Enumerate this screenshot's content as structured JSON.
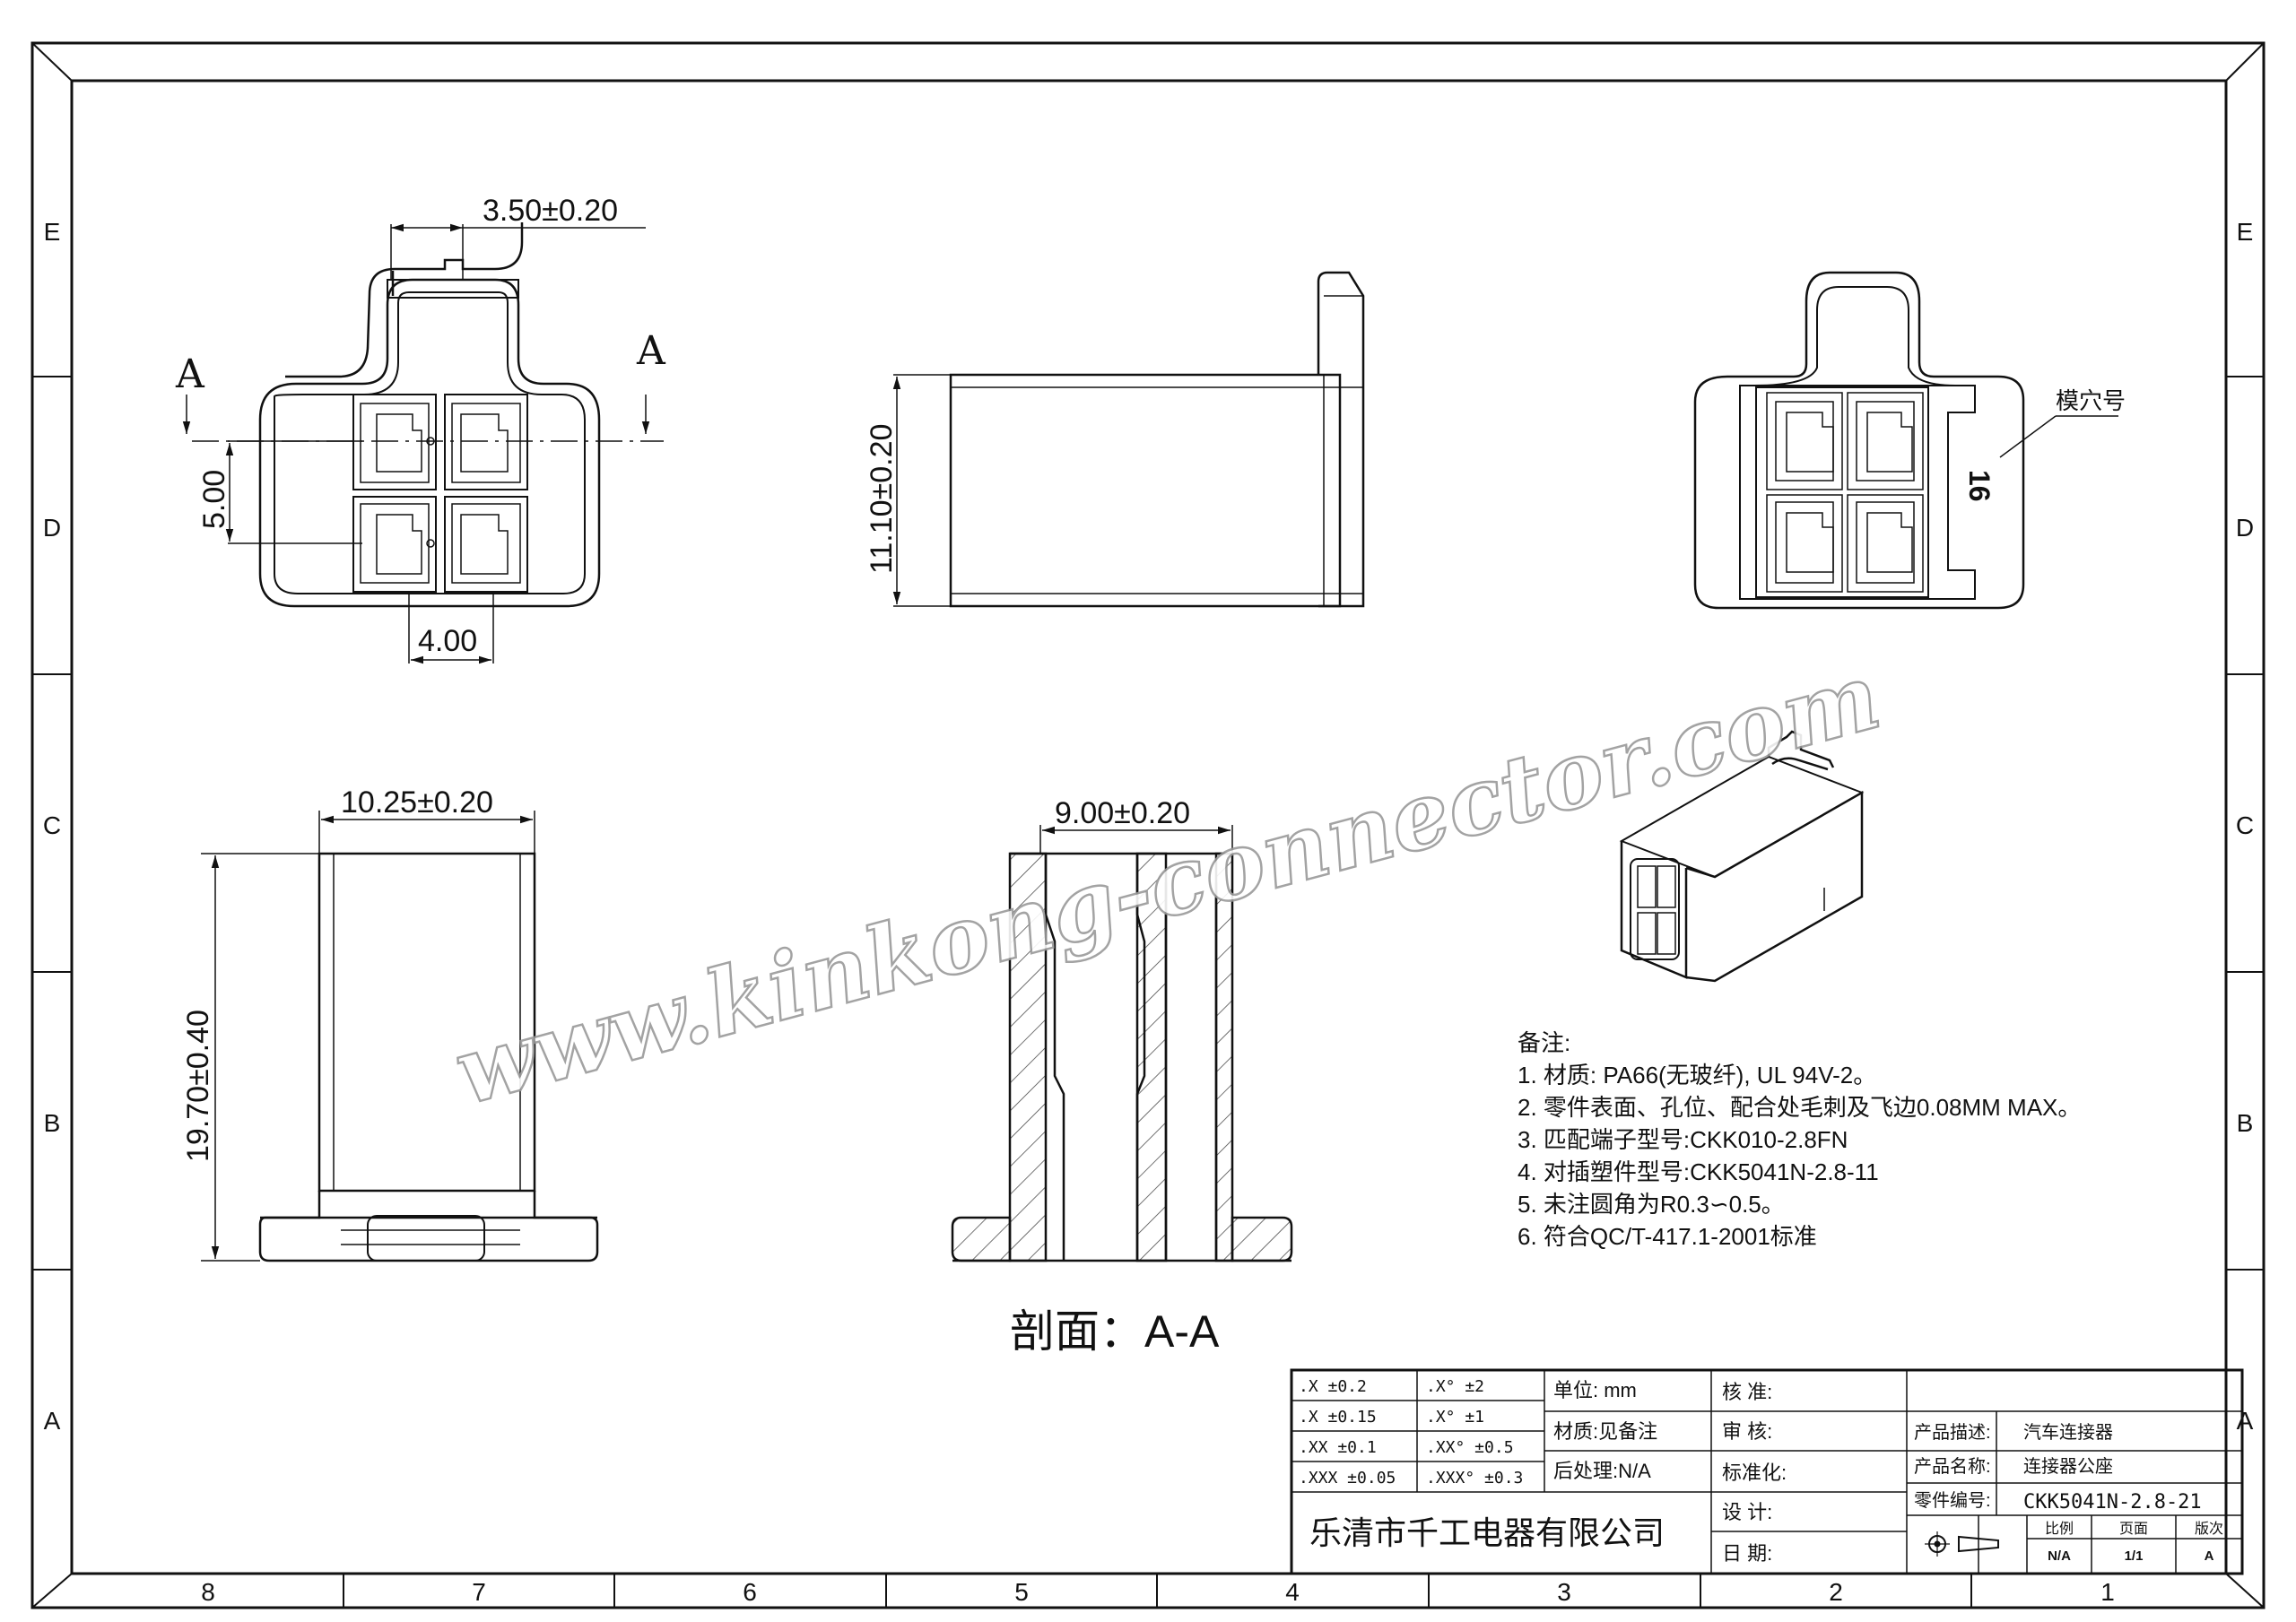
{
  "border": {
    "row_labels": [
      "E",
      "D",
      "C",
      "B",
      "A"
    ],
    "column_labels": [
      "8",
      "7",
      "6",
      "5",
      "4",
      "3",
      "2",
      "1"
    ]
  },
  "views": {
    "front": {
      "dim_top": "3.50±0.20",
      "dim_left": "5.00",
      "dim_bottom": "4.00",
      "section_mark": "A"
    },
    "side": {
      "dim_height": "11.10±0.20"
    },
    "rear": {
      "cavity_label": "模穴号",
      "cavity_number": "16"
    },
    "lower_left": {
      "dim_width": "10.25±0.20",
      "dim_height": "19.70±0.40"
    },
    "section": {
      "dim_width": "9.00±0.20",
      "caption": "剖面：A-A"
    }
  },
  "watermark": "www.kinkong-connector.com",
  "notes": {
    "heading": "备注:",
    "items": [
      "1.  材质: PA66(无玻纤), UL 94V-2。",
      "2.  零件表面、孔位、配合处毛刺及飞边0.08MM MAX。",
      "3.  匹配端子型号:CKK010-2.8FN",
      "4.  对插塑件型号:CKK5041N-2.8-11",
      "5.  未注圆角为R0.3∽0.5。",
      "6.  符合QC/T-417.1-2001标准"
    ]
  },
  "title_block": {
    "tolerances_a": [
      ".X   ±0.2",
      ".X   ±0.15",
      ".XX   ±0.1",
      ".XXX  ±0.05"
    ],
    "tolerances_b": [
      ".X°   ±2",
      ".X°    ±1",
      ".XX°   ±0.5",
      ".XXX°   ±0.3"
    ],
    "unit": "单位:  mm",
    "material": "材质:见备注",
    "post_process": "后处理:N/A",
    "company": "乐清市千工电器有限公司",
    "roles": [
      "核 准:",
      "审 核:",
      "标准化:",
      "设 计:",
      "日 期:"
    ],
    "product_desc_label": "产品描述:",
    "product_desc_value": "汽车连接器",
    "product_name_label": "产品名称:",
    "product_name_value": "连接器公座",
    "part_no_label": "零件编号:",
    "part_no_value": "CKK5041N-2.8-21",
    "scale_label": "比例",
    "scale_value": "N/A",
    "page_label": "页面",
    "page_value": "1/1",
    "version_label": "版次",
    "version_value": "A"
  }
}
